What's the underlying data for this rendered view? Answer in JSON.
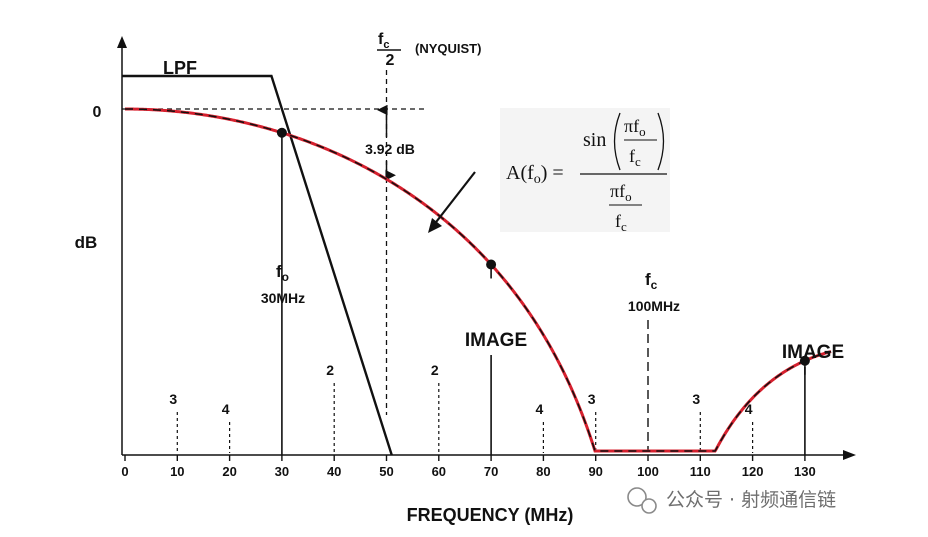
{
  "chart_data": {
    "type": "line",
    "xlabel": "FREQUENCY (MHz)",
    "ylabel": "dB",
    "x_ticks": [
      "0",
      "10",
      "20",
      "30",
      "40",
      "50",
      "60",
      "70",
      "80",
      "90",
      "100",
      "110",
      "120",
      "130"
    ],
    "xlim": [
      0,
      140
    ],
    "y_zero_label": "0",
    "sample_rate_mhz": 100,
    "series": [
      {
        "kind": "sinc-response",
        "colors": [
          "#d6202e",
          "#111111"
        ],
        "x": [
          0,
          10,
          20,
          30,
          40,
          50,
          60,
          70,
          80,
          90,
          100,
          110,
          120,
          130,
          135
        ]
      }
    ],
    "lpf": {
      "label": "LPF",
      "pass_end_mhz": 28,
      "stop_mhz": 51,
      "pass_level_db": 3
    },
    "points": [
      {
        "x": 30,
        "label_top": "f",
        "label_sub": "o",
        "label_value": "30MHz"
      },
      {
        "x": 70,
        "label": "IMAGE"
      },
      {
        "x": 130,
        "label": "IMAGE"
      }
    ],
    "fc_marker": {
      "x": 100,
      "label_top": "f",
      "label_sub": "c",
      "label_value": "100MHz"
    },
    "nyquist": {
      "x": 50,
      "num": "f",
      "num_sub": "c",
      "den": "2",
      "label": "(NYQUIST)",
      "drop_label": "3.92 dB"
    },
    "harmonics": [
      {
        "x": 10,
        "label": "3"
      },
      {
        "x": 20,
        "label": "4"
      },
      {
        "x": 40,
        "label": "2"
      },
      {
        "x": 60,
        "label": "2"
      },
      {
        "x": 80,
        "label": "4"
      },
      {
        "x": 90,
        "label": "3"
      },
      {
        "x": 110,
        "label": "3"
      },
      {
        "x": 120,
        "label": "4"
      }
    ],
    "formula": {
      "lhs": "A(f",
      "lhs_sub": "o",
      "lhs_end": ") =",
      "sin": "sin",
      "pi": "πf",
      "sub_o": "o",
      "f": "f",
      "sub_c": "c"
    }
  },
  "watermark": "公众号 · 射频通信链"
}
